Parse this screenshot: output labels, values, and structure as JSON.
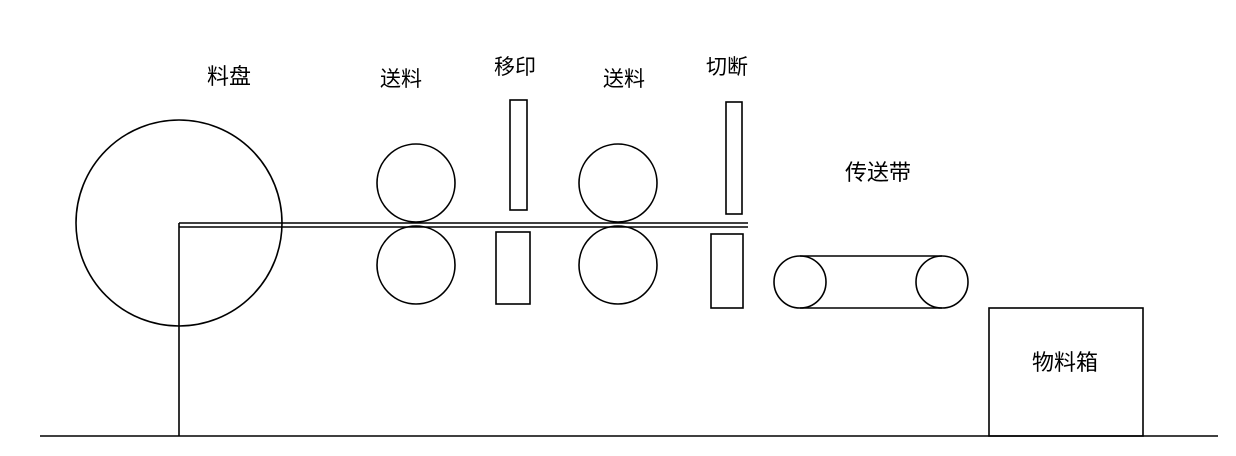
{
  "diagram": {
    "labels": {
      "reel": "料盘",
      "feed_1": "送料",
      "transfer_print": "移印",
      "feed_2": "送料",
      "cut": "切断",
      "conveyor": "传送带",
      "bin": "物料箱"
    }
  }
}
